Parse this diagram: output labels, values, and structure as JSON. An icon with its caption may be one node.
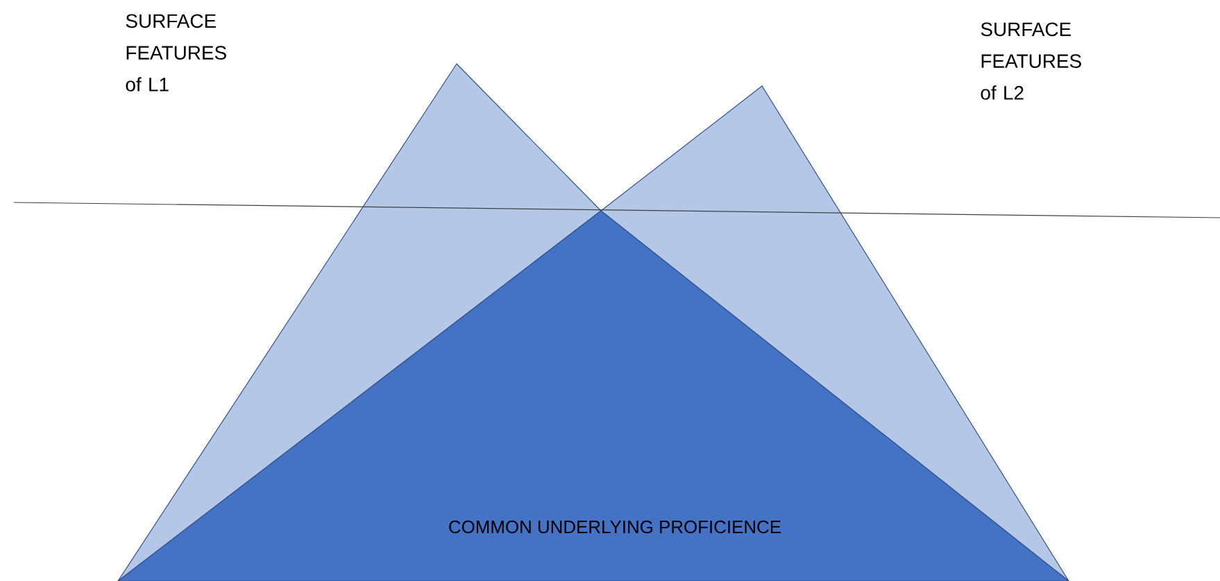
{
  "diagram": {
    "nodes": [
      {
        "text": [],
        "shape": "triangle",
        "beside": [
          "SURFACE FEATURES of L1"
        ]
      },
      {
        "text": [],
        "shape": "triangle",
        "beside": [
          "SURFACE FEATURES of L2"
        ]
      },
      {
        "text": [
          "COMMON UNDERLYING PROFICIENCE"
        ]
      }
    ]
  }
}
